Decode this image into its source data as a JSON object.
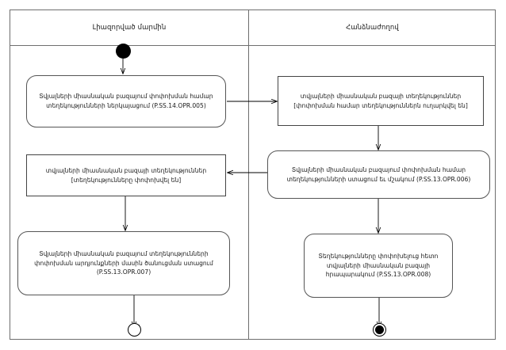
{
  "diagram": {
    "type": "uml-activity-diagram",
    "title_visible": false,
    "lanes": [
      {
        "id": "authorized-body",
        "label": "Լիազորված մարմին"
      },
      {
        "id": "commission",
        "label": "Հանձնաժողով"
      }
    ]
  },
  "nodes": {
    "start": {
      "kind": "initial-node",
      "label": ""
    },
    "action_opr005": {
      "kind": "action",
      "lane": "authorized-body",
      "line1": "Տվյալների միասնական բազայում փոփոխման համար",
      "line2": "տեղեկությունների ներկայացում (P.SS.14.OPR.005)"
    },
    "object_sent": {
      "kind": "object-node",
      "lane": "commission",
      "line1": "տվյալների միասնական բազայի տեղեկություններ",
      "line2": "[փոփոխման համար տեղեկություններն ուղարկվել են]"
    },
    "action_opr006": {
      "kind": "action",
      "lane": "commission",
      "line1": "Տվյալների միասնական բազայում փոփոխման համար",
      "line2": "տեղեկությունների ստացում եւ մշակում (P.SS.13.OPR.006)"
    },
    "object_changed": {
      "kind": "object-node",
      "lane": "authorized-body",
      "line1": "տվյալների միասնական բազայի տեղեկություններ",
      "line2": "[տեղեկությունները փոփոխվել են]"
    },
    "action_opr007": {
      "kind": "action",
      "lane": "authorized-body",
      "line1": "Տվյալների միասնական բազայում տեղեկությունների",
      "line2": "փոփոխման արդյունքների մասին ծանուցման ստացում",
      "line3": "(P.SS.13.OPR.007)"
    },
    "action_opr008": {
      "kind": "action",
      "lane": "commission",
      "line1": "Տեղեկությունները փոփոխելուց հետո",
      "line2": "տվյալների միասնական բազայի",
      "line3": "հրապարակում (P.SS.13.OPR.008)"
    },
    "final_flow": {
      "kind": "flow-final-node",
      "lane": "authorized-body",
      "label": ""
    },
    "final_activity": {
      "kind": "activity-final-node",
      "lane": "commission",
      "label": ""
    }
  },
  "colors": {
    "background": "#ffffff",
    "lane_border": "#6e6e6e",
    "node_border": "#555555",
    "edge": "#000000",
    "text": "#1a1a1a"
  }
}
